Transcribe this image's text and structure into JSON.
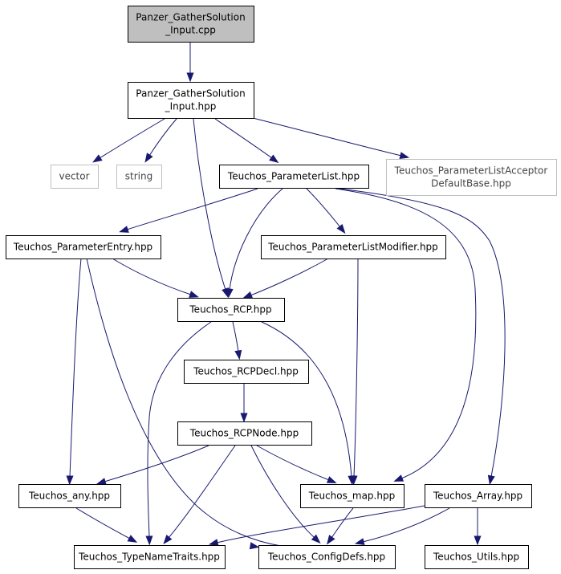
{
  "graph": {
    "edge_color": "#191970",
    "root_fill": "#bfbfbf",
    "node_fill": "#ffffff",
    "node_border": "#000000",
    "external_border": "#bfbfbf",
    "nodes": [
      {
        "id": "cpp",
        "lines": [
          "Panzer_GatherSolution",
          "_Input.cpp"
        ],
        "kind": "root"
      },
      {
        "id": "hpp",
        "lines": [
          "Panzer_GatherSolution",
          "_Input.hpp"
        ],
        "kind": "normal"
      },
      {
        "id": "vector",
        "lines": [
          "vector"
        ],
        "kind": "external"
      },
      {
        "id": "string",
        "lines": [
          "string"
        ],
        "kind": "external"
      },
      {
        "id": "plist",
        "lines": [
          "Teuchos_ParameterList.hpp"
        ],
        "kind": "normal"
      },
      {
        "id": "acceptor",
        "lines": [
          "Teuchos_ParameterListAcceptor",
          "DefaultBase.hpp"
        ],
        "kind": "external"
      },
      {
        "id": "pentry",
        "lines": [
          "Teuchos_ParameterEntry.hpp"
        ],
        "kind": "normal"
      },
      {
        "id": "pmodifier",
        "lines": [
          "Teuchos_ParameterListModifier.hpp"
        ],
        "kind": "normal"
      },
      {
        "id": "rcp",
        "lines": [
          "Teuchos_RCP.hpp"
        ],
        "kind": "normal"
      },
      {
        "id": "rcpdecl",
        "lines": [
          "Teuchos_RCPDecl.hpp"
        ],
        "kind": "normal"
      },
      {
        "id": "rcpnode",
        "lines": [
          "Teuchos_RCPNode.hpp"
        ],
        "kind": "normal"
      },
      {
        "id": "any",
        "lines": [
          "Teuchos_any.hpp"
        ],
        "kind": "normal"
      },
      {
        "id": "map",
        "lines": [
          "Teuchos_map.hpp"
        ],
        "kind": "normal"
      },
      {
        "id": "array",
        "lines": [
          "Teuchos_Array.hpp"
        ],
        "kind": "normal"
      },
      {
        "id": "typename",
        "lines": [
          "Teuchos_TypeNameTraits.hpp"
        ],
        "kind": "normal"
      },
      {
        "id": "configdefs",
        "lines": [
          "Teuchos_ConfigDefs.hpp"
        ],
        "kind": "normal"
      },
      {
        "id": "utils",
        "lines": [
          "Teuchos_Utils.hpp"
        ],
        "kind": "normal"
      }
    ],
    "edges": [
      [
        "cpp",
        "hpp"
      ],
      [
        "hpp",
        "vector"
      ],
      [
        "hpp",
        "string"
      ],
      [
        "hpp",
        "plist"
      ],
      [
        "hpp",
        "rcp"
      ],
      [
        "hpp",
        "acceptor"
      ],
      [
        "plist",
        "pentry"
      ],
      [
        "plist",
        "rcp"
      ],
      [
        "plist",
        "pmodifier"
      ],
      [
        "plist",
        "map"
      ],
      [
        "plist",
        "array"
      ],
      [
        "pentry",
        "rcp"
      ],
      [
        "pentry",
        "any"
      ],
      [
        "pentry",
        "configdefs"
      ],
      [
        "pmodifier",
        "rcp"
      ],
      [
        "pmodifier",
        "map"
      ],
      [
        "rcp",
        "rcpdecl"
      ],
      [
        "rcp",
        "typename"
      ],
      [
        "rcp",
        "map"
      ],
      [
        "rcpdecl",
        "rcpnode"
      ],
      [
        "rcpnode",
        "any"
      ],
      [
        "rcpnode",
        "typename"
      ],
      [
        "rcpnode",
        "map"
      ],
      [
        "rcpnode",
        "configdefs"
      ],
      [
        "any",
        "typename"
      ],
      [
        "map",
        "configdefs"
      ],
      [
        "array",
        "typename"
      ],
      [
        "array",
        "configdefs"
      ],
      [
        "array",
        "utils"
      ]
    ]
  }
}
